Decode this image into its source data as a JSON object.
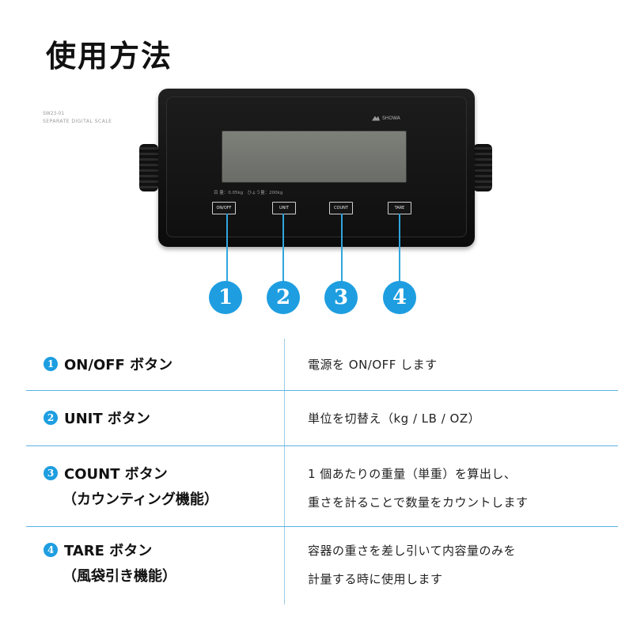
{
  "page": {
    "title": "使用方法"
  },
  "device": {
    "model": "SW23-01",
    "name": "SEPARATE DIGITAL SCALE",
    "brand": "SHOWA",
    "spec": "目 量：0.05kg　ひょう量：200kg",
    "buttons": [
      "ON/OFF",
      "UNIT",
      "COUNT",
      "TARE"
    ]
  },
  "callouts": [
    "1",
    "2",
    "3",
    "4"
  ],
  "rows": [
    {
      "num": "1",
      "label": [
        "ON/OFF ボタン"
      ],
      "desc": [
        "電源を ON/OFF します"
      ]
    },
    {
      "num": "2",
      "label": [
        "UNIT ボタン"
      ],
      "desc": [
        "単位を切替え（kg / LB / OZ）"
      ]
    },
    {
      "num": "3",
      "label": [
        "COUNT ボタン",
        "（カウンティング機能）"
      ],
      "desc": [
        "1 個あたりの重量（単重）を算出し、",
        "重さを計ることで数量をカウントします"
      ]
    },
    {
      "num": "4",
      "label": [
        "TARE ボタン",
        "（風袋引き機能）"
      ],
      "desc": [
        "容器の重さを差し引いて内容量のみを",
        "計量する時に使用します"
      ]
    }
  ],
  "colors": {
    "accent": "#1e9ee0",
    "divider": "#5bb3e4"
  }
}
